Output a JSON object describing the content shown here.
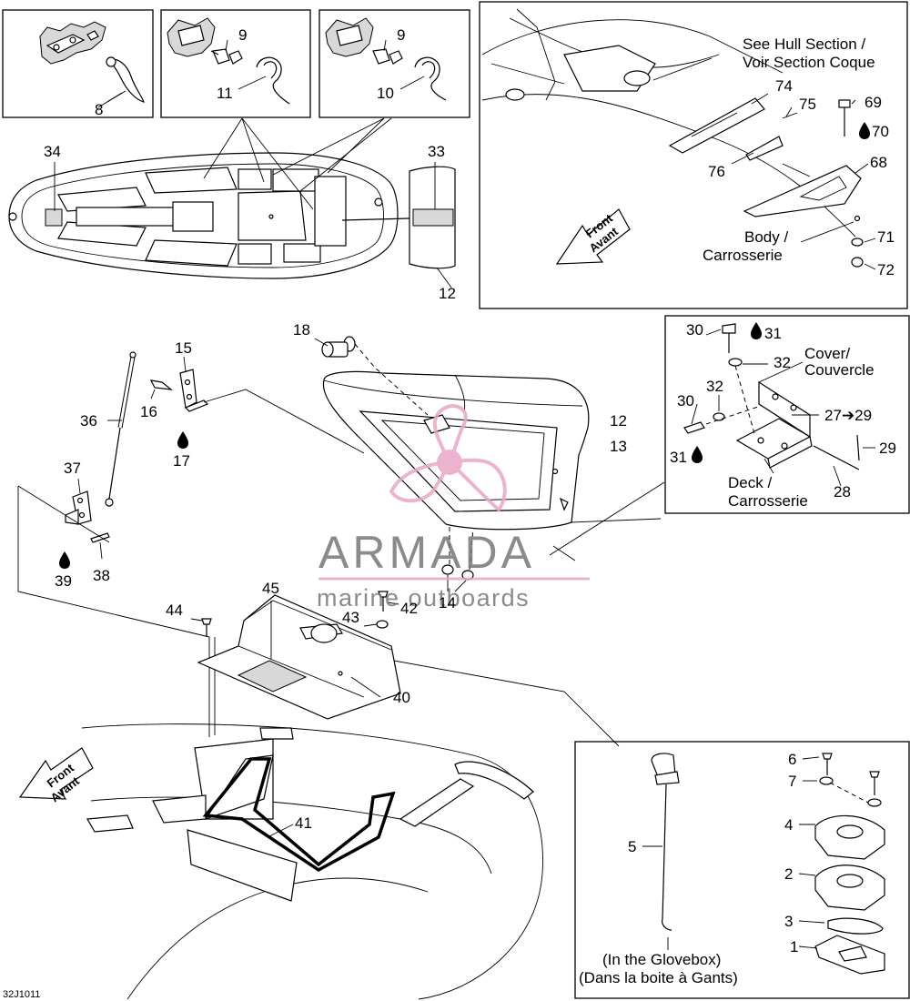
{
  "diagram_code": "32J1011",
  "watermark": {
    "brand": "ARMADA",
    "tagline": "marine outboards",
    "color": "#e8a7c6"
  },
  "labels": {
    "hull_section": "See Hull Section /",
    "hull_section_fr": "Voir Section Coque",
    "body": "Body /",
    "body_fr": "Carrosserie",
    "cover": "Cover/",
    "cover_fr": "Couvercle",
    "deck": "Deck /",
    "deck_fr": "Carrosserie",
    "front": "Front",
    "front_fr": "Avant",
    "glovebox": "(In the Glovebox)",
    "glovebox_fr": "(Dans la boite à Gants)",
    "range_27_29": "27➔29"
  },
  "callouts": {
    "n1": "1",
    "n2": "2",
    "n3": "3",
    "n4": "4",
    "n5": "5",
    "n6": "6",
    "n7": "7",
    "n8": "8",
    "n9a": "9",
    "n9b": "9",
    "n10": "10",
    "n11": "11",
    "n12a": "12",
    "n12b": "12",
    "n13": "13",
    "n14": "14",
    "n15": "15",
    "n16": "16",
    "n17": "17",
    "n18": "18",
    "n28": "28",
    "n29": "29",
    "n30a": "30",
    "n30b": "30",
    "n31a": "31",
    "n31b": "31",
    "n32a": "32",
    "n32b": "32",
    "n33": "33",
    "n34": "34",
    "n36": "36",
    "n37": "37",
    "n38": "38",
    "n39": "39",
    "n40": "40",
    "n41": "41",
    "n42": "42",
    "n43": "43",
    "n44": "44",
    "n45": "45",
    "n68": "68",
    "n69": "69",
    "n70": "70",
    "n71": "71",
    "n72": "72",
    "n74": "74",
    "n75": "75",
    "n76": "76"
  }
}
